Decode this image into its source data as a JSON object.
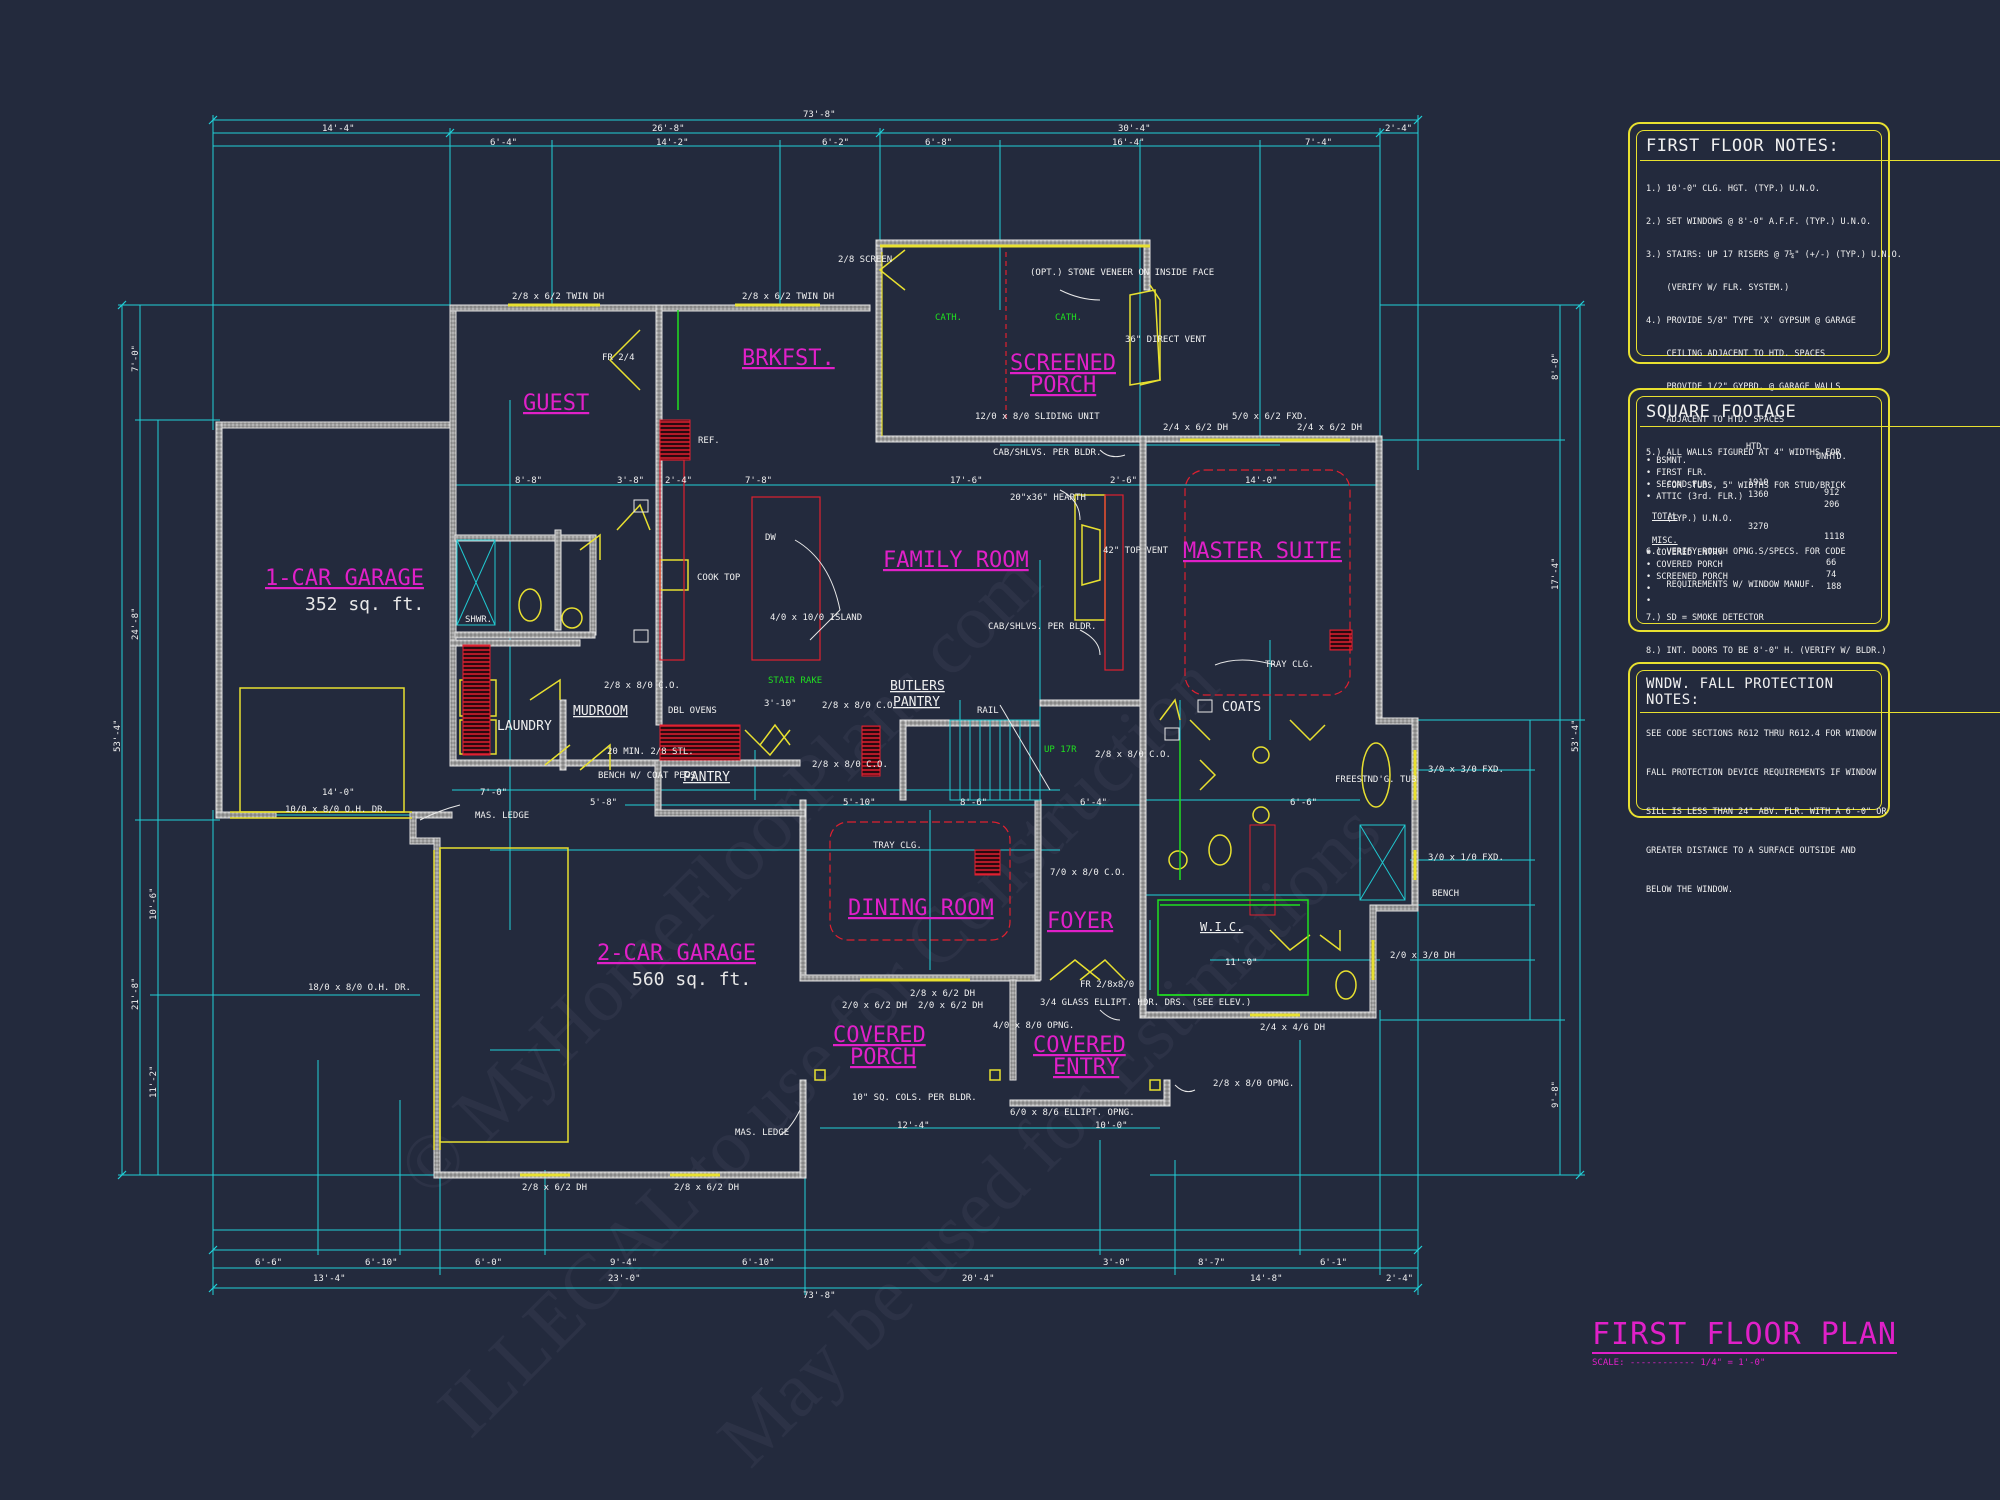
{
  "drawing": {
    "title": "FIRST FLOOR PLAN",
    "scale": "SCALE: ------------ 1/4\" = 1'-0\"",
    "watermarks": [
      "© MyHomeFloorPlans.com",
      "ILLEGAL to use for Construction",
      "May be used for Estimations"
    ]
  },
  "rooms": {
    "guest": "GUEST",
    "brkfst": "BRKFST.",
    "screened_porch": [
      "SCREENED",
      "PORCH"
    ],
    "one_car_garage": "1-CAR GARAGE",
    "one_car_area": "352 sq. ft.",
    "family_room": "FAMILY ROOM",
    "master_suite": "MASTER SUITE",
    "two_car_garage": "2-CAR GARAGE",
    "two_car_area": "560 sq. ft.",
    "dining_room": "DINING ROOM",
    "foyer": "FOYER",
    "covered_porch": [
      "COVERED",
      "PORCH"
    ],
    "covered_entry": [
      "COVERED",
      "ENTRY"
    ],
    "mudroom": "MUDROOM",
    "laundry": "LAUNDRY",
    "pantry": "PANTRY",
    "butlers_pantry": [
      "BUTLERS",
      "PANTRY"
    ],
    "wic": "W.I.C.",
    "coats": "COATS"
  },
  "labels": {
    "twin_dh_1": "2/8 x 6/2 TWIN DH",
    "twin_dh_2": "2/8 x 6/2 TWIN DH",
    "screen": "2/8 SCREEN",
    "stone_veneer": "(OPT.) STONE VENEER ON INSIDE FACE",
    "direct_vent": "36\" DIRECT VENT",
    "sliding_unit": "12/0 x 8/0 SLIDING UNIT",
    "cabshlvs_1": "CAB/SHLVS. PER BLDR.",
    "hearth": "20\"x36\" HEARTH",
    "top_vent": "42\" TOP VENT",
    "cabshlvs_2": "CAB/SHLVS. PER BLDR.",
    "ref": "REF.",
    "dw": "DW",
    "cooktop": "COOK TOP",
    "island": "4/0 x 10/0 ISLAND",
    "dbl_ovens": "DBL OVENS",
    "tray_clg_1": "TRAY CLG.",
    "tray_clg_2": "TRAY CLG.",
    "fp": "FR 2/4",
    "shwr": "SHWR.",
    "bench_coat": "BENCH W/ COAT PEGS",
    "mas_ledge_1": "MAS. LEDGE",
    "mas_ledge_2": "MAS. LEDGE",
    "garage_dr_1": "10/0 x 8/0 O.H. DR.",
    "garage_dr_2": "18/0 x 8/0 O.H. DR.",
    "dh_bottom_1": "2/8 x 6/2 DH",
    "dh_bottom_2": "2/8 x 6/2 DH",
    "sq_cols": "10\" SQ. COLS. PER BLDR.",
    "ellipt": "6/0 x 8/6 ELLIPT. OPNG.",
    "opng_1": "4/0 x 8/0 OPNG.",
    "opng_2": "2/8 x 8/0 OPNG.",
    "glass_ellipt": "3/4 GLASS ELLIPT. HDR. DRS. (SEE ELEV.)",
    "fr_door": "FR 2/8x8/0",
    "freestnd_tub": "FREESTND'G. TUB",
    "bench": "BENCH",
    "fxd_1": "3/0 x 3/0 FXD.",
    "fxd_2": "3/0 x 1/0 FXD.",
    "dh_right": "2/0 x 3/0 DH",
    "dh_master": "2/4 x 4/6 DH",
    "dh_top_1": "2/4 x 6/2 DH",
    "fxd_top": "5/0 x 6/2 FXD.",
    "dh_top_2": "2/4 x 6/2 DH",
    "rail": "RAIL",
    "stair_rake": "STAIR RAKE",
    "co_1": "2/8 x 8/0 C.O.",
    "co_2": "2/8 x 8/0 C.O.",
    "co_3": "2/8 x 8/0 C.O.",
    "co_4": "7/0 x 8/0 C.O.",
    "co_5": "2/8 x 8/0 C.O.",
    "stl": "20 MIN. 2/8 STL.",
    "cath_1": "CATH.",
    "cath_2": "CATH.",
    "up": "UP 17R",
    "dh_porch_1": "2/8 x 6/2 DH",
    "dh_porch_2": "2/0 x 6/2 DH",
    "dh_porch_3": "2/0 x 6/2 DH"
  },
  "dimensions": {
    "overall_top": "73'-8\"",
    "overall_bottom": "73'-8\"",
    "top_row1": [
      "14'-4\"",
      "26'-8\"",
      "30'-4\"",
      "2'-4\""
    ],
    "top_row2": [
      "6'-4\"",
      "14'-2\"",
      "6'-2\"",
      "6'-8\"",
      "16'-4\"",
      "7'-4\""
    ],
    "bottom_row1": [
      "6'-6\"",
      "6'-10\"",
      "6'-0\"",
      "9'-4\"",
      "6'-10\"",
      "3'-0\"",
      "8'-7\"",
      "6'-1\""
    ],
    "bottom_row2": [
      "13'-4\"",
      "23'-0\"",
      "20'-4\"",
      "14'-8\"",
      "2'-4\""
    ],
    "left_overall": "53'-4\"",
    "right_overall": "53'-4\"",
    "left_parts": [
      "7'-0\"",
      "24'-8\"",
      "10'-6\"",
      "21'-8\"",
      "11'-2\""
    ],
    "right_parts": [
      "8'-0\"",
      "17'-4\"",
      "9'-8\""
    ],
    "interior": [
      "8'-8\"",
      "3'-8\"",
      "7'-8\"",
      "2'-4\"",
      "17'-6\"",
      "2'-6\"",
      "14'-0\"",
      "5'-8\"",
      "3'-10\"",
      "5'-10\"",
      "8'-6\"",
      "6'-4\"",
      "14'-0\"",
      "7'-0\"",
      "12'-4\"",
      "10'-0\"",
      "11'-0\"",
      "6'-6\""
    ]
  },
  "notes_panel": {
    "title": "FIRST FLOOR NOTES:",
    "items": [
      "1.) 10'-0\" CLG. HGT. (TYP.) U.N.O.",
      "2.) SET WINDOWS @ 8'-0\" A.F.F. (TYP.) U.N.O.",
      "3.) STAIRS: UP 17 RISERS @ 7¼\" (+/-) (TYP.) U.N.O.",
      "    (VERIFY W/ FLR. SYSTEM.)",
      "4.) PROVIDE 5/8\" TYPE 'X' GYPSUM @ GARAGE",
      "    CEILING ADJACENT TO HTD. SPACES",
      "    PROVIDE 1/2\" GYPBD. @ GARAGE WALLS",
      "    ADJACENT TO HTD. SPACES",
      "5.) ALL WALLS FIGURED AT 4\" WIDTHS FOR",
      "    FOR STUDS, 5\" WIDTHS FOR STUD/BRICK",
      "    (TYP.) U.N.O.",
      "6.) VERIFY ROUGH OPNG.S/SPECS. FOR CODE",
      "    REQUIREMENTS W/ WINDOW MANUF.",
      "7.) SD = SMOKE DETECTOR",
      "8.) INT. DOORS TO BE 8'-0\" H. (VERIFY W/ BLDR.)"
    ]
  },
  "square_footage": {
    "title": "SQUARE FOOTAGE",
    "col_htd": "HTD.",
    "col_unhtd": "UNHTD.",
    "rows": [
      {
        "label": "• BSMNT.",
        "htd": "",
        "unhtd": ""
      },
      {
        "label": "• FIRST FLR.",
        "htd": "1910",
        "unhtd": "912"
      },
      {
        "label": "• SECOND FLR.",
        "htd": "1360",
        "unhtd": "206"
      },
      {
        "label": "• ATTIC (3rd. FLR.)",
        "htd": "",
        "unhtd": ""
      },
      {
        "label": "TOTAL",
        "htd": "3270",
        "unhtd": "1118"
      }
    ],
    "misc_title": "MISC.",
    "misc": [
      {
        "label": "• COVERED ENTRY",
        "value": "66"
      },
      {
        "label": "• COVERED PORCH",
        "value": "74"
      },
      {
        "label": "• SCREENED PORCH",
        "value": "188"
      },
      {
        "label": "•",
        "value": ""
      },
      {
        "label": "•",
        "value": ""
      }
    ]
  },
  "fall_protection": {
    "title": "WNDW. FALL PROTECTION NOTES:",
    "text": [
      "SEE CODE SECTIONS R612 THRU R612.4 FOR WINDOW",
      "FALL PROTECTION DEVICE REQUIREMENTS IF WINDOW",
      "SILL IS LESS THAN 24\" ABV. FLR. WITH A 6'-0\" OR",
      "GREATER DISTANCE TO A SURFACE OUTSIDE AND",
      "BELOW THE WINDOW."
    ]
  },
  "colors": {
    "background": "#232a3d",
    "walls": "#c8c8c8",
    "dimension_lines": "#20d0d8",
    "room_labels": "#e020c8",
    "fixtures": "#e8e030",
    "appliances": "#e02030",
    "stairs": "#20c8d0",
    "highlight": "#20e020"
  }
}
